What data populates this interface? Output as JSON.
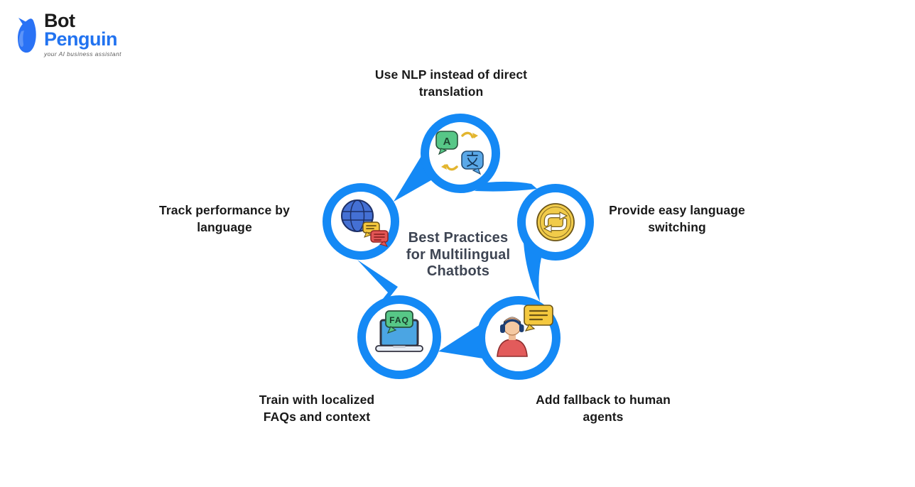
{
  "logo": {
    "line1": "Bot",
    "line2": "Penguin",
    "tagline": "your AI business assistant"
  },
  "title": {
    "lines": [
      "Best Practices",
      "for Multilingual",
      "Chatbots"
    ]
  },
  "nodes": [
    {
      "id": "nlp",
      "position": "top",
      "icon": "translation-icon",
      "icon_text": "A",
      "label_lines": [
        "Use NLP instead of direct",
        "translation"
      ]
    },
    {
      "id": "switching",
      "position": "right",
      "icon": "language-switch-icon",
      "icon_text": "",
      "label_lines": [
        "Provide easy language",
        "switching"
      ]
    },
    {
      "id": "fallback",
      "position": "bottom-right",
      "icon": "human-agent-icon",
      "icon_text": "",
      "label_lines": [
        "Add fallback to human",
        "agents"
      ]
    },
    {
      "id": "faqs",
      "position": "bottom-left",
      "icon": "faq-laptop-icon",
      "icon_text": "FAQ",
      "label_lines": [
        "Train with localized",
        "FAQs and context"
      ]
    },
    {
      "id": "tracking",
      "position": "left",
      "icon": "globe-chat-icon",
      "icon_text": "",
      "label_lines": [
        "Track performance by",
        "language"
      ]
    }
  ],
  "colors": {
    "accent_blue": "#1489F5",
    "logo_blue": "#2273f0",
    "title_text": "#3e4553",
    "label_text": "#191919",
    "icon_green": "#57C787",
    "icon_yellow": "#F4C83E",
    "icon_red": "#E25B5B",
    "icon_sky_blue": "#5AA8E8",
    "globe_blue": "#4470D4"
  }
}
